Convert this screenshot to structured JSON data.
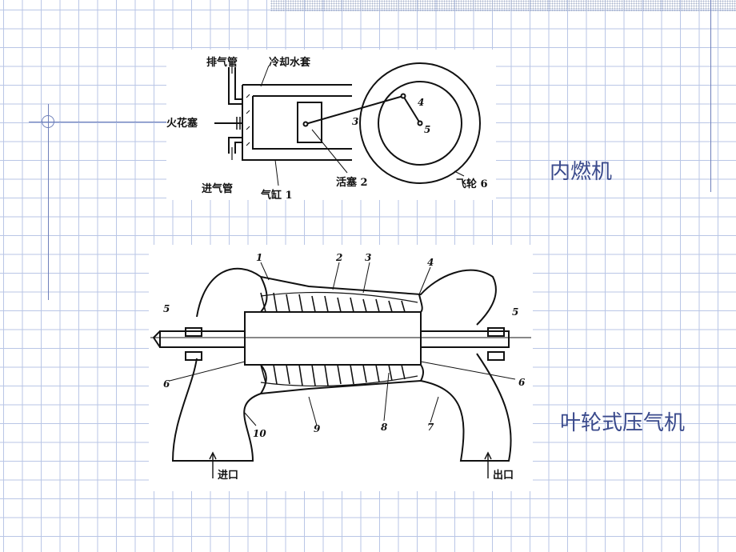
{
  "captions": {
    "engine": "内燃机",
    "compressor": "叶轮式压气机"
  },
  "engine_labels": {
    "exhaust_pipe": "排气管",
    "cooling_jacket": "冷却水套",
    "spark_plug": "火花塞",
    "intake_pipe": "进气管",
    "cylinder": "气缸 1",
    "piston": "活塞 2",
    "flywheel": "飞轮 6",
    "n3": "3",
    "n4": "4",
    "n5": "5"
  },
  "compressor_labels": {
    "n1": "1",
    "n2": "2",
    "n3": "3",
    "n4": "4",
    "n5_left": "5",
    "n5_right": "5",
    "n6_left": "6",
    "n6_right": "6",
    "n7": "7",
    "n8": "8",
    "n9": "9",
    "n10": "10",
    "inlet": "进口",
    "outlet": "出口"
  }
}
